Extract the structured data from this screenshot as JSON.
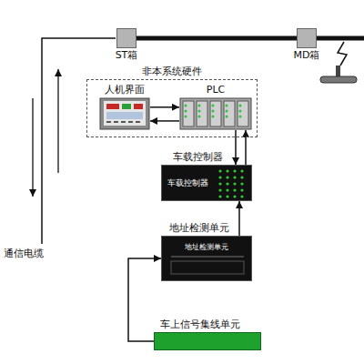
{
  "diagram": {
    "nodes": [
      {
        "text": [
          "ST箱"
        ]
      },
      {
        "text": [
          "MD箱"
        ]
      },
      {
        "text": [
          "非本系统硬件"
        ]
      },
      {
        "text": [
          "人机界面"
        ],
        "in": 2
      },
      {
        "text": [
          "PLC"
        ],
        "in": 2
      },
      {
        "text": [
          "车载控制器",
          "车载控制器"
        ]
      },
      {
        "text": [
          "地址检测单元",
          "地址检测单元"
        ]
      },
      {
        "text": [
          "车上信号集线单元"
        ]
      }
    ],
    "edges": [
      {
        "from": 0,
        "to": 1,
        "arrow": "none"
      },
      {
        "from": 3,
        "to": 4,
        "arrow": "to"
      },
      {
        "from": 4,
        "to": 3,
        "arrow": "to"
      },
      {
        "from": 4,
        "to": 5,
        "arrow": "to"
      },
      {
        "from": 5,
        "to": 4,
        "arrow": "to"
      },
      {
        "from": 6,
        "to": 5,
        "arrow": "to"
      },
      {
        "from": 7,
        "to": 6,
        "arrow": "to"
      }
    ],
    "labels": [
      "通信电缆"
    ]
  }
}
